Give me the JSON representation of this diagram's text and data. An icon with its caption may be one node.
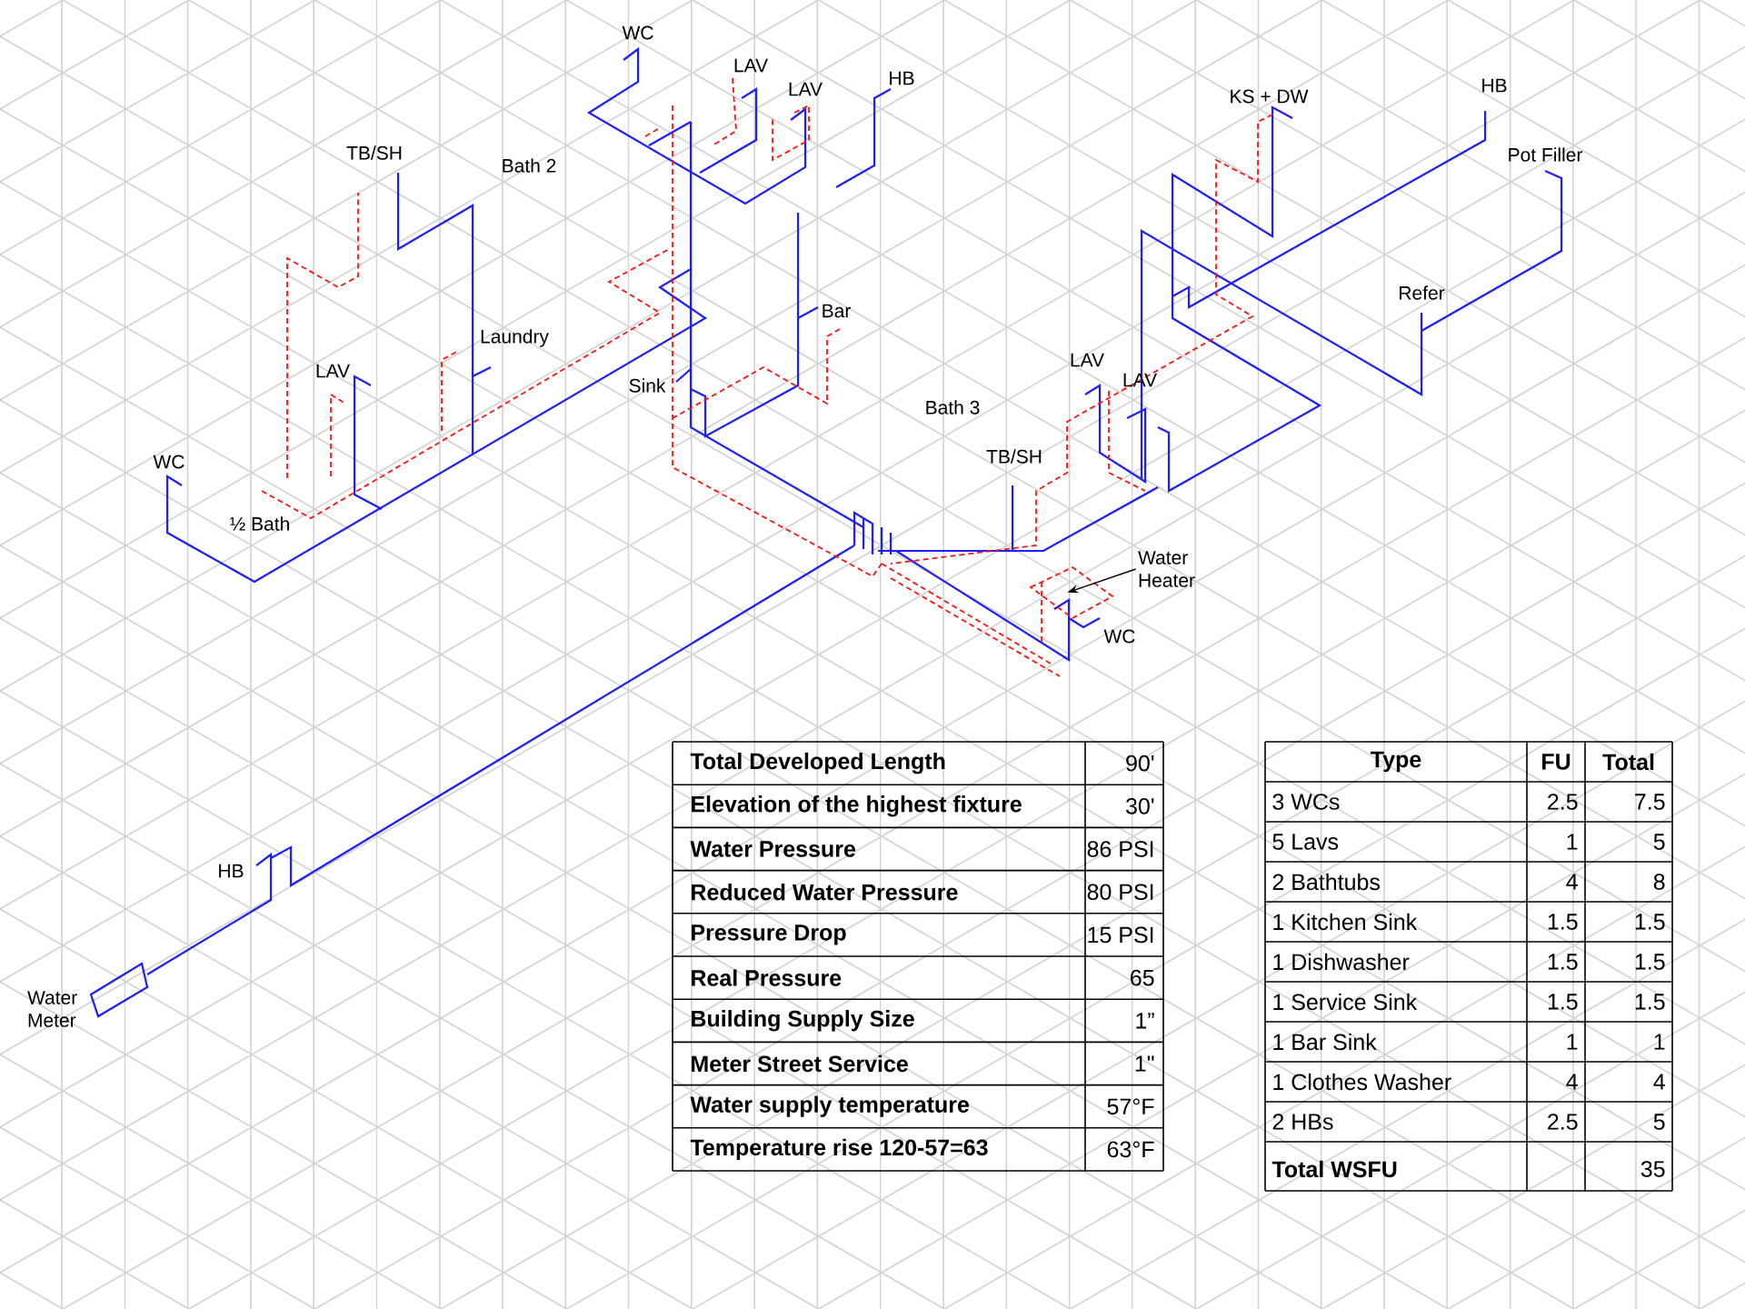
{
  "diagram": {
    "nodes": [
      {
        "text": [
          "Water Heater"
        ]
      },
      {
        "text": [],
        "shape": "box"
      }
    ],
    "edges": [
      {
        "from": 0,
        "to": 1,
        "arrow": "to"
      }
    ],
    "labels": [
      "WC",
      "LAV",
      "HB",
      "LAV",
      "HB",
      "KS + DW",
      "TB/SH",
      "Pot Filler",
      "Bath 2",
      "Refer",
      "Bar",
      "Laundry",
      "LAV",
      "LAV",
      "Sink",
      "LAV",
      "Bath 3",
      "WC",
      "TB/SH",
      "½ Bath",
      "WC",
      "HB",
      "Water Meter",
      "Total Developed Length",
      "90'",
      "Elevation of the highest fixture",
      "30'",
      "Water Pressure",
      "86 PSI",
      "Reduced Water Pressure",
      "80 PSI",
      "Pressure Drop",
      "15 PSI",
      "Real Pressure",
      "65",
      "Building Supply Size",
      "1”",
      "Meter Street Service",
      "1\"",
      "Water supply temperature",
      "57°F",
      "Temperature rise 120-57=63",
      "63°F",
      "Type",
      "FU",
      "Total",
      "3 WCs",
      "2.5",
      "7.5",
      "5 Lavs",
      "1",
      "5",
      "2 Bathtubs",
      "4",
      "8",
      "1 Kitchen Sink",
      "1.5",
      "1.5",
      "1 Dishwasher",
      "1.5",
      "1.5",
      "1 Service Sink",
      "1.5",
      "1.5",
      "1 Bar Sink",
      "1",
      "1",
      "1 Clothes Washer",
      "4",
      "4",
      "2 HBs",
      "2.5",
      "5",
      "Total WSFU",
      "35"
    ]
  }
}
